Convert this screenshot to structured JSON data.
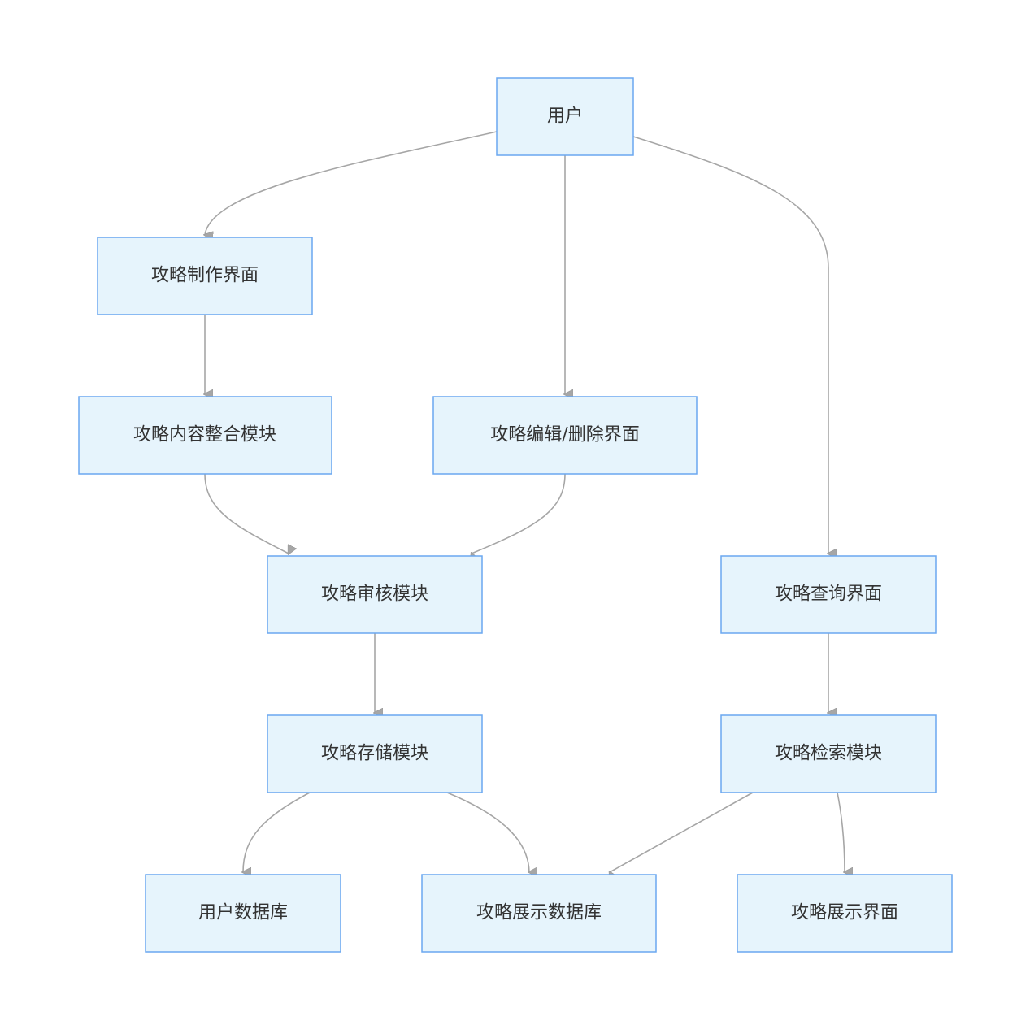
{
  "nodes": [
    {
      "id": "user",
      "label": "用户"
    },
    {
      "id": "create_ui",
      "label": "攻略制作界面"
    },
    {
      "id": "integrate",
      "label": "攻略内容整合模块"
    },
    {
      "id": "edit_ui",
      "label": "攻略编辑/删除界面"
    },
    {
      "id": "review",
      "label": "攻略审核模块"
    },
    {
      "id": "query_ui",
      "label": "攻略查询界面"
    },
    {
      "id": "storage",
      "label": "攻略存储模块"
    },
    {
      "id": "search",
      "label": "攻略检索模块"
    },
    {
      "id": "user_db",
      "label": "用户数据库"
    },
    {
      "id": "display_db",
      "label": "攻略展示数据库"
    },
    {
      "id": "display_ui",
      "label": "攻略展示界面"
    }
  ],
  "edges": [
    {
      "from": "user",
      "to": "create_ui"
    },
    {
      "from": "user",
      "to": "edit_ui"
    },
    {
      "from": "user",
      "to": "query_ui"
    },
    {
      "from": "create_ui",
      "to": "integrate"
    },
    {
      "from": "integrate",
      "to": "review"
    },
    {
      "from": "edit_ui",
      "to": "review"
    },
    {
      "from": "review",
      "to": "storage"
    },
    {
      "from": "query_ui",
      "to": "search"
    },
    {
      "from": "storage",
      "to": "user_db"
    },
    {
      "from": "storage",
      "to": "display_db"
    },
    {
      "from": "search",
      "to": "display_db"
    },
    {
      "from": "search",
      "to": "display_ui"
    }
  ],
  "colors": {
    "node_fill": "#e6f4fc",
    "node_border": "#6aa7f0",
    "edge": "#a6a6a6",
    "text": "#333333"
  }
}
